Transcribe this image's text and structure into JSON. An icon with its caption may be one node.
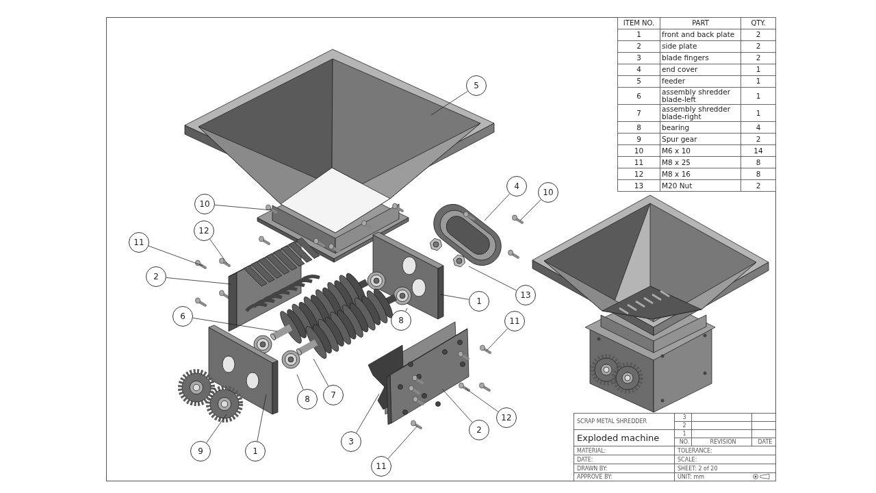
{
  "diagram": {
    "nodes": [
      {
        "text": [
          "5"
        ]
      },
      {
        "text": [
          "4"
        ]
      },
      {
        "text": [
          "10"
        ]
      },
      {
        "text": [
          "10"
        ]
      },
      {
        "text": [
          "12"
        ]
      },
      {
        "text": [
          "11"
        ]
      },
      {
        "text": [
          "2"
        ]
      },
      {
        "text": [
          "13"
        ]
      },
      {
        "text": [
          "1"
        ]
      },
      {
        "text": [
          "6"
        ]
      },
      {
        "text": [
          "8"
        ]
      },
      {
        "text": [
          "11"
        ]
      },
      {
        "text": [
          "7"
        ]
      },
      {
        "text": [
          "8"
        ]
      },
      {
        "text": [
          "12"
        ]
      },
      {
        "text": [
          "2"
        ]
      },
      {
        "text": [
          "3"
        ]
      },
      {
        "text": [
          "9"
        ]
      },
      {
        "text": [
          "1"
        ]
      },
      {
        "text": [
          "11"
        ]
      }
    ],
    "edges": [
      {
        "from": 0,
        "to": null,
        "arrow": "none"
      },
      {
        "from": 1,
        "to": null,
        "arrow": "none"
      },
      {
        "from": 2,
        "to": null,
        "arrow": "none"
      },
      {
        "from": 3,
        "to": null,
        "arrow": "none"
      },
      {
        "from": 4,
        "to": null,
        "arrow": "none"
      },
      {
        "from": 5,
        "to": null,
        "arrow": "none"
      },
      {
        "from": 6,
        "to": null,
        "arrow": "none"
      },
      {
        "from": 7,
        "to": null,
        "arrow": "none"
      },
      {
        "from": 8,
        "to": null,
        "arrow": "none"
      },
      {
        "from": 9,
        "to": null,
        "arrow": "none"
      },
      {
        "from": 10,
        "to": null,
        "arrow": "none"
      },
      {
        "from": 11,
        "to": null,
        "arrow": "none"
      },
      {
        "from": 12,
        "to": null,
        "arrow": "none"
      },
      {
        "from": 13,
        "to": null,
        "arrow": "none"
      },
      {
        "from": 14,
        "to": null,
        "arrow": "none"
      },
      {
        "from": 15,
        "to": null,
        "arrow": "none"
      },
      {
        "from": 16,
        "to": null,
        "arrow": "none"
      },
      {
        "from": 17,
        "to": null,
        "arrow": "none"
      },
      {
        "from": 18,
        "to": null,
        "arrow": "none"
      },
      {
        "from": 19,
        "to": null,
        "arrow": "none"
      }
    ],
    "labels": [
      "ITEM NO.",
      "PART",
      "QTY.",
      "1",
      "front and back plate",
      "2",
      "2",
      "side plate",
      "2",
      "3",
      "blade fingers",
      "2",
      "4",
      "end cover",
      "1",
      "5",
      "feeder",
      "1",
      "6",
      "assembly shredder blade-left",
      "1",
      "7",
      "assembly shredder blade-right",
      "1",
      "8",
      "bearing",
      "4",
      "9",
      "Spur gear",
      "2",
      "10",
      "M6 x 10",
      "14",
      "11",
      "M8 x 25",
      "8",
      "12",
      "M8 x 16",
      "8",
      "13",
      "M20 Nut",
      "2",
      "SCRAP METAL SHREDDER",
      "3",
      "2",
      "Exploded machine",
      "1",
      "NO.",
      "REVISION",
      "DATE",
      "MATERIAL:",
      "TOLERANCE:",
      "DATE:",
      "SCALE:",
      "DRAWN BY:",
      "SHEET: 2 of 20",
      "APPROVE BY:",
      "UNIT: mm"
    ]
  }
}
